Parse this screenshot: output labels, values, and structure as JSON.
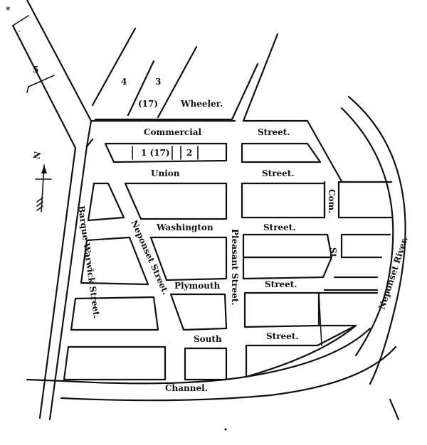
{
  "streets": {
    "commercial": "Commercial",
    "street_commercial": "Street.",
    "union": "Union",
    "street_union": "Street.",
    "washington": "Washington",
    "street_washington": "Street.",
    "plymouth": "Plymouth",
    "street_plymouth": "Street.",
    "south": "South",
    "street_south": "Street.",
    "channel": "Channel.",
    "wheeler": "Wheeler.",
    "com": "Com.",
    "st": "St.",
    "barque_warwick": "Barque Warwick Street.",
    "neponset_street": "Neponset Street.",
    "pleasant_street": "Pleasant Street.",
    "neponset_river": "Neponset River."
  },
  "lots": {
    "lot_4": "4",
    "lot_3": "3",
    "lot_17": "(17)",
    "lot_5": "5",
    "lot_1_17": "1 (17)",
    "lot_2": "2"
  },
  "compass": {
    "north": "N"
  },
  "marks": {
    "asterisk": "*"
  }
}
